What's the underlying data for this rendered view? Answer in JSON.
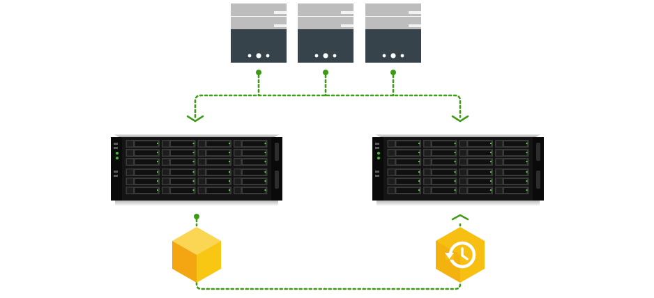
{
  "diagram": {
    "client_servers": [
      {
        "id": "server-1",
        "icon": "server-icon"
      },
      {
        "id": "server-2",
        "icon": "server-icon"
      },
      {
        "id": "server-3",
        "icon": "server-icon"
      }
    ],
    "nas_units": [
      {
        "id": "nas-left",
        "icon": "rackmount-nas-icon",
        "drive_bays": 24
      },
      {
        "id": "nas-right",
        "icon": "rackmount-nas-icon",
        "drive_bays": 24
      }
    ],
    "modules": [
      {
        "id": "snapshot-module",
        "icon": "package-cube-icon",
        "attached_to": "nas-left"
      },
      {
        "id": "restore-module",
        "icon": "backup-history-icon",
        "attached_to": "nas-right"
      }
    ],
    "connections": [
      {
        "id": "servers-to-both-nas",
        "style": "dashed",
        "direction": "down"
      },
      {
        "id": "left-module-to-right-module",
        "style": "dashed",
        "direction": "up"
      }
    ],
    "colors": {
      "connector": "#3f9b17",
      "server_top": "#bdbdbd",
      "server_body": "#36434a",
      "nas_chassis": "#141414",
      "module_yellow": "#f6c21a",
      "module_orange": "#f3a611"
    }
  }
}
